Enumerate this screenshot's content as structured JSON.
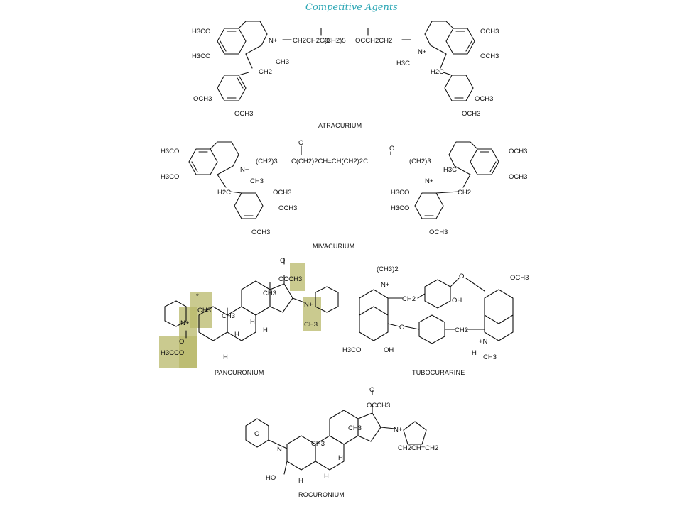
{
  "title": "Competitive Agents",
  "highlight_color": "#b8b86a",
  "title_color": "#2aa6b4",
  "compounds": {
    "atracurium": {
      "name": "ATRACURIUM",
      "labels": [
        "OCH3",
        "OCH3",
        "H3CO",
        "H3CO",
        "OCH3",
        "OCH3",
        "OCH3",
        "OCH3",
        "N+",
        "CH3",
        "H3C",
        "N+",
        "CH2",
        "H2C",
        "CH2CH2CO",
        "(CH2)5",
        "OCCH2CH2"
      ]
    },
    "mivacurium": {
      "name": "MIVACURIUM",
      "labels": [
        "H3CO",
        "H3CO",
        "OCH3",
        "OCH3",
        "OCH3",
        "OCH3",
        "OCH3",
        "H3CO",
        "H3CO",
        "OCH3",
        "N+",
        "CH3",
        "H3C",
        "N+",
        "H2C",
        "CH2",
        "(CH2)3",
        "O",
        "C(CH2)2CH=CH(CH2)2C",
        "O",
        "(CH2)3"
      ]
    },
    "pancuronium": {
      "name": "PANCURONIUM",
      "labels": [
        "OCCH3",
        "O",
        "CH3",
        "N+",
        "CH3",
        "N+",
        "CH3",
        "CH3",
        "H",
        "H",
        "H",
        "H",
        "H3CCO",
        "O",
        "*"
      ]
    },
    "tubocurarine": {
      "name": "TUBOCURARINE",
      "labels": [
        "(CH3)2",
        "N+",
        "CH2",
        "O",
        "OH",
        "OCH3",
        "O",
        "CH2",
        "OH",
        "H3CO",
        "+N",
        "H",
        "CH3"
      ]
    },
    "rocuronium": {
      "name": "ROCURONIUM",
      "labels": [
        "O",
        "OCCH3",
        "O",
        "N",
        "CH3",
        "N+",
        "CH3",
        "H",
        "H",
        "CH2CH=CH2",
        "HO",
        "H"
      ]
    }
  }
}
